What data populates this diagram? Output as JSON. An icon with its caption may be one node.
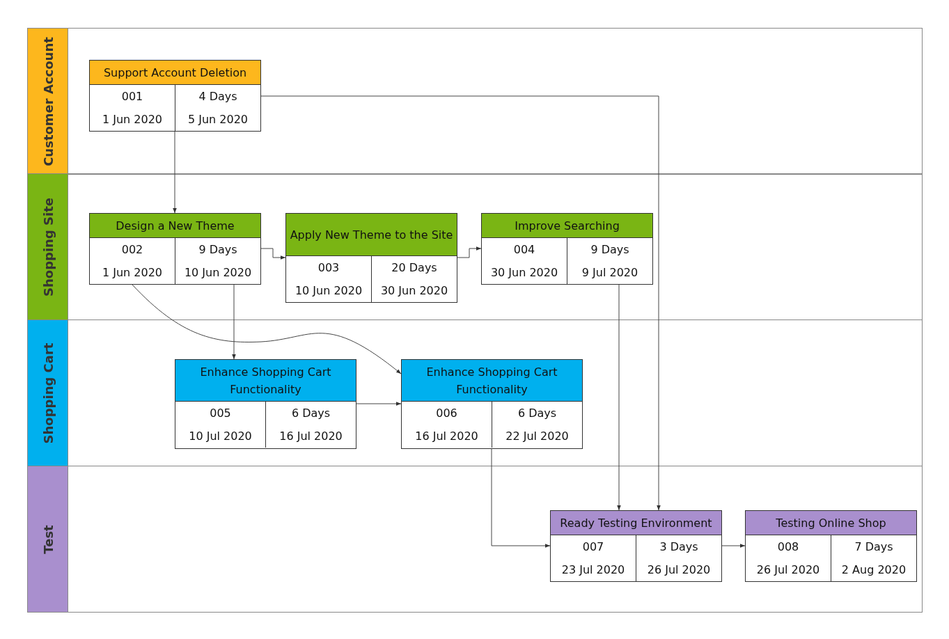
{
  "diagram": {
    "nodes": [
      {
        "text": [
          "Customer Account"
        ]
      },
      {
        "text": [
          "Support Account Deletion",
          "001",
          "4 Days",
          "1 Jun 2020",
          "5 Jun 2020"
        ],
        "in": 0
      },
      {
        "text": [
          "Shopping Site"
        ]
      },
      {
        "text": [
          "Design a New Theme",
          "002",
          "9 Days",
          "1 Jun 2020",
          "10 Jun 2020"
        ],
        "in": 2
      },
      {
        "text": [
          "Apply New Theme to the Site",
          "003",
          "20 Days",
          "10 Jun 2020",
          "30 Jun 2020"
        ],
        "in": 2
      },
      {
        "text": [
          "Improve Searching",
          "004",
          "9 Days",
          "30 Jun 2020",
          "9 Jul 2020"
        ],
        "in": 2
      },
      {
        "text": [
          "Shopping Cart"
        ]
      },
      {
        "text": [
          "Enhance Shopping Cart Functionality",
          "005",
          "6 Days",
          "10 Jul 2020",
          "16 Jul 2020"
        ],
        "in": 6
      },
      {
        "text": [
          "Enhance Shopping Cart Functionality",
          "006",
          "6 Days",
          "16 Jul 2020",
          "22 Jul 2020"
        ],
        "in": 6
      },
      {
        "text": [
          "Test"
        ]
      },
      {
        "text": [
          "Ready Testing Environment",
          "007",
          "3 Days",
          "23 Jul 2020",
          "26 Jul 2020"
        ],
        "in": 9
      },
      {
        "text": [
          "Testing Online Shop",
          "008",
          "7 Days",
          "26 Jul 2020",
          "2 Aug 2020"
        ],
        "in": 9
      }
    ],
    "edges": [
      {
        "from": 1,
        "to": 3,
        "arrow": "to"
      },
      {
        "from": 1,
        "to": 10,
        "arrow": "to"
      },
      {
        "from": 3,
        "to": 4,
        "arrow": "to"
      },
      {
        "from": 4,
        "to": 5,
        "arrow": "to"
      },
      {
        "from": 3,
        "to": 7,
        "arrow": "to"
      },
      {
        "from": 3,
        "to": 8,
        "arrow": "to"
      },
      {
        "from": 7,
        "to": 8,
        "arrow": "to"
      },
      {
        "from": 5,
        "to": 10,
        "arrow": "to"
      },
      {
        "from": 8,
        "to": 10,
        "arrow": "to"
      },
      {
        "from": 10,
        "to": 11,
        "arrow": "to"
      }
    ]
  }
}
